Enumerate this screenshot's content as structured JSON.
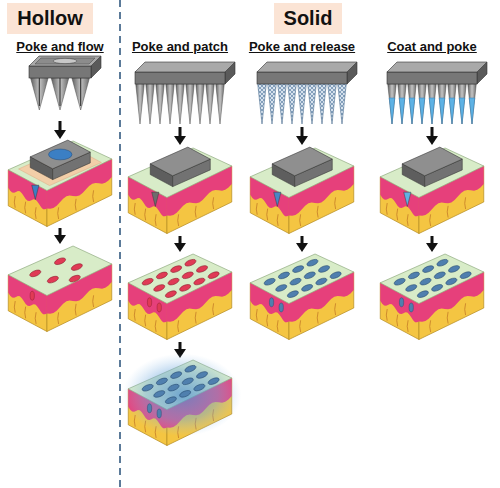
{
  "diagram": {
    "nodes": [
      {
        "text": [
          "Hollow"
        ]
      },
      {
        "text": [
          "Solid"
        ]
      }
    ],
    "labels": [
      "Poke and flow",
      "Poke and patch",
      "Poke and release",
      "Coat and poke"
    ]
  }
}
